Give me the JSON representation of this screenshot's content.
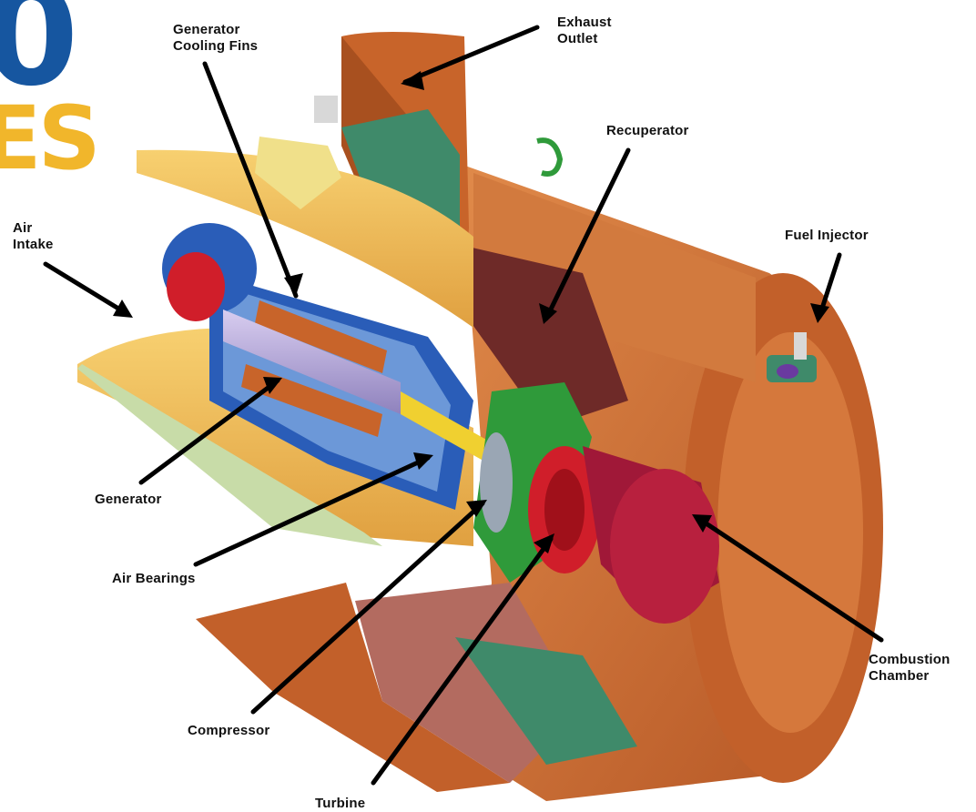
{
  "logo": {
    "digit": "0",
    "letters": "ES",
    "digit_color": "#1656a0",
    "letters_color": "#f1b62b"
  },
  "labels": {
    "generator_cooling_fins": "Generator\nCooling Fins",
    "exhaust_outlet": "Exhaust\nOutlet",
    "recuperator": "Recuperator",
    "fuel_injector": "Fuel Injector",
    "air_intake": "Air\nIntake",
    "generator": "Generator",
    "air_bearings": "Air Bearings",
    "compressor": "Compressor",
    "turbine": "Turbine",
    "combustion_chamber": "Combustion\nChamber"
  },
  "colors": {
    "copper": "#c8642a",
    "copper_dark": "#9c4a1e",
    "copper_light": "#e08a4a",
    "yellow_duct": "#f0b84a",
    "green_teal": "#3f8a6a",
    "green_bright": "#2f9a3a",
    "blue": "#2a5db8",
    "red": "#d01e2a",
    "maroon": "#6e2a28",
    "lilac": "#b0a2d4",
    "pale_green": "#c8dca8",
    "tan": "#d7c49a",
    "arrow": "#000000"
  }
}
